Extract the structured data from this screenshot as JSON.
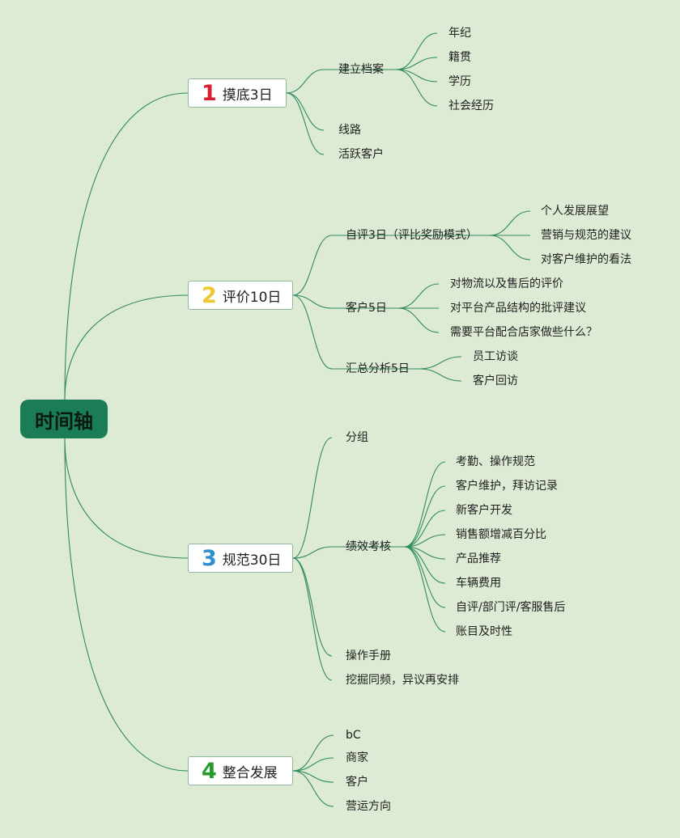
{
  "root": {
    "label": "时间轴"
  },
  "branches": [
    {
      "num": "1",
      "num_color": "#d8202f",
      "label": "摸底3日",
      "children": [
        {
          "label": "建立档案",
          "children": [
            "年纪",
            "籍贯",
            "学历",
            "社会经历"
          ]
        },
        {
          "label": "线路"
        },
        {
          "label": "活跃客户"
        }
      ]
    },
    {
      "num": "2",
      "num_color": "#f0c633",
      "label": "评价10日",
      "children": [
        {
          "label": "自评3日（评比奖励模式）",
          "children": [
            "个人发展展望",
            "营销与规范的建议",
            "对客户维护的看法"
          ]
        },
        {
          "label": "客户5日",
          "children": [
            "对物流以及售后的评价",
            "对平台产品结构的批评建议",
            "需要平台配合店家做些什么？"
          ]
        },
        {
          "label": "汇总分析5日",
          "children": [
            "员工访谈",
            "客户回访"
          ]
        }
      ]
    },
    {
      "num": "3",
      "num_color": "#2f8fcf",
      "label": "规范30日",
      "children": [
        {
          "label": "分组"
        },
        {
          "label": "绩效考核",
          "children": [
            "考勤、操作规范",
            "客户维护，拜访记录",
            "新客户开发",
            "销售额增减百分比",
            "产品推荐",
            "车辆费用",
            "自评/部门评/客服售后",
            "账目及时性"
          ]
        },
        {
          "label": "操作手册"
        },
        {
          "label": "挖掘同频，异议再安排"
        }
      ]
    },
    {
      "num": "4",
      "num_color": "#279b2c",
      "label": "整合发展",
      "children": [
        {
          "label": "bC"
        },
        {
          "label": "商家"
        },
        {
          "label": "客户"
        },
        {
          "label": "营运方向"
        }
      ]
    }
  ]
}
